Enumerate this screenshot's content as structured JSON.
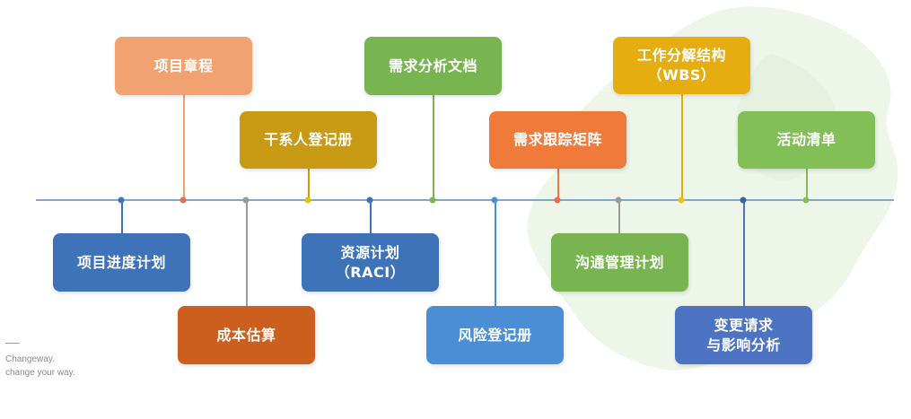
{
  "colors": {
    "timeline": "#7fa7cf",
    "peach": "#f1a270",
    "mustard": "#c99a14",
    "green": "#78b551",
    "orange": "#ef7a3a",
    "yellow": "#e6ad10",
    "lime": "#82bf57",
    "blue": "#3e72b9",
    "rust": "#cc5e1e",
    "sky": "#4a8fd6",
    "periwinkle": "#4d74c2"
  },
  "top_items": [
    {
      "id": "charter",
      "lines": [
        "项目章程"
      ]
    },
    {
      "id": "stakeholder",
      "lines": [
        "干系人登记册"
      ]
    },
    {
      "id": "requirements-doc",
      "lines": [
        "需求分析文档"
      ]
    },
    {
      "id": "traceability",
      "lines": [
        "需求跟踪矩阵"
      ]
    },
    {
      "id": "wbs",
      "lines": [
        "工作分解结构",
        "（WBS）"
      ]
    },
    {
      "id": "activity-list",
      "lines": [
        "活动清单"
      ]
    }
  ],
  "bottom_items": [
    {
      "id": "schedule",
      "lines": [
        "项目进度计划"
      ]
    },
    {
      "id": "cost",
      "lines": [
        "成本估算"
      ]
    },
    {
      "id": "resource",
      "lines": [
        "资源计划",
        "（RACI）"
      ]
    },
    {
      "id": "risk",
      "lines": [
        "风险登记册"
      ]
    },
    {
      "id": "communication",
      "lines": [
        "沟通管理计划"
      ]
    },
    {
      "id": "change",
      "lines": [
        "变更请求",
        "与影响分析"
      ]
    }
  ],
  "brand": {
    "line1": "Changeway.",
    "line2": "change your way."
  }
}
